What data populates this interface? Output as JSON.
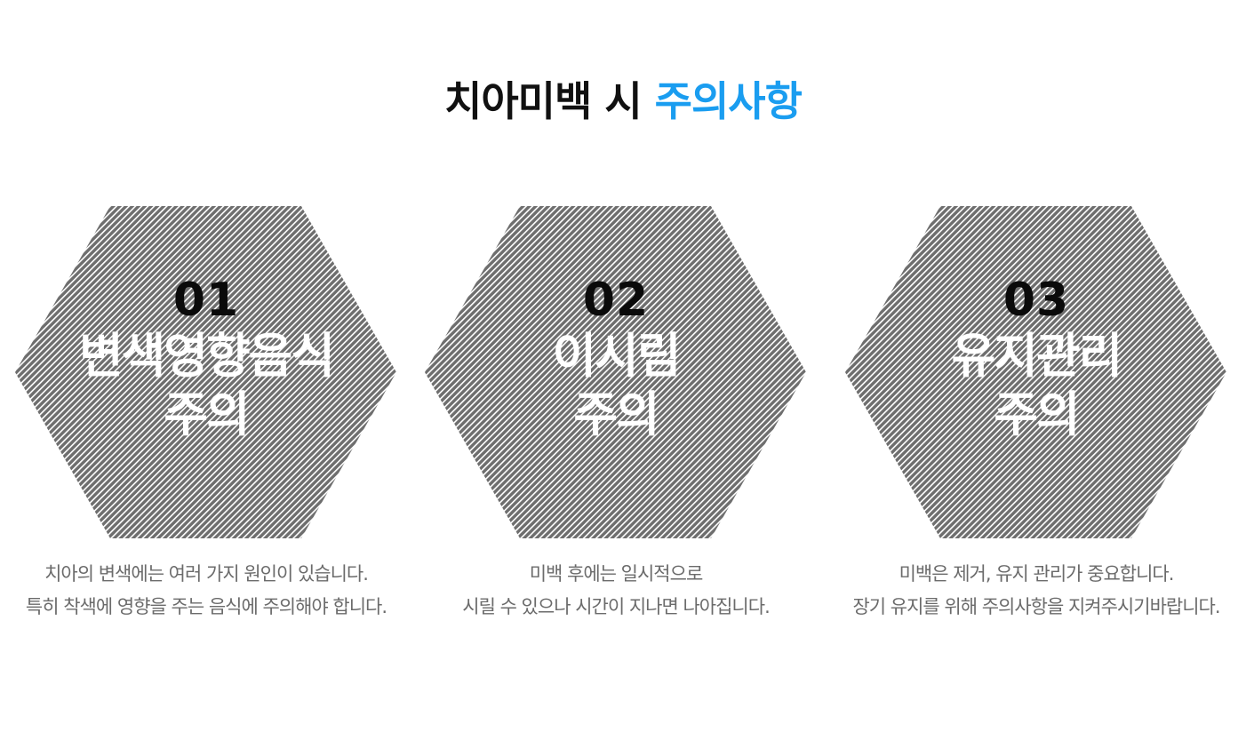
{
  "header": {
    "title_main": "치아미백 시",
    "title_accent": "주의사항"
  },
  "colors": {
    "accent": "#1a9df0",
    "hex_fill": "#6e6e6e",
    "hex_stripe": "#ffffff",
    "number": "#0a0a0a",
    "label": "#ffffff",
    "description": "#6b6b6b"
  },
  "cards": [
    {
      "number": "01",
      "label": "변색영향음식\n주의",
      "description": "치아의 변색에는 여러 가지 원인이 있습니다.\n특히 착색에 영향을 주는 음식에 주의해야 합니다."
    },
    {
      "number": "02",
      "label": "이시림\n주의",
      "description": "미백 후에는 일시적으로\n시릴 수 있으나 시간이 지나면 나아집니다."
    },
    {
      "number": "03",
      "label": "유지관리\n주의",
      "description": "미백은 제거, 유지 관리가 중요합니다.\n장기 유지를 위해 주의사항을 지켜주시기바랍니다."
    }
  ]
}
